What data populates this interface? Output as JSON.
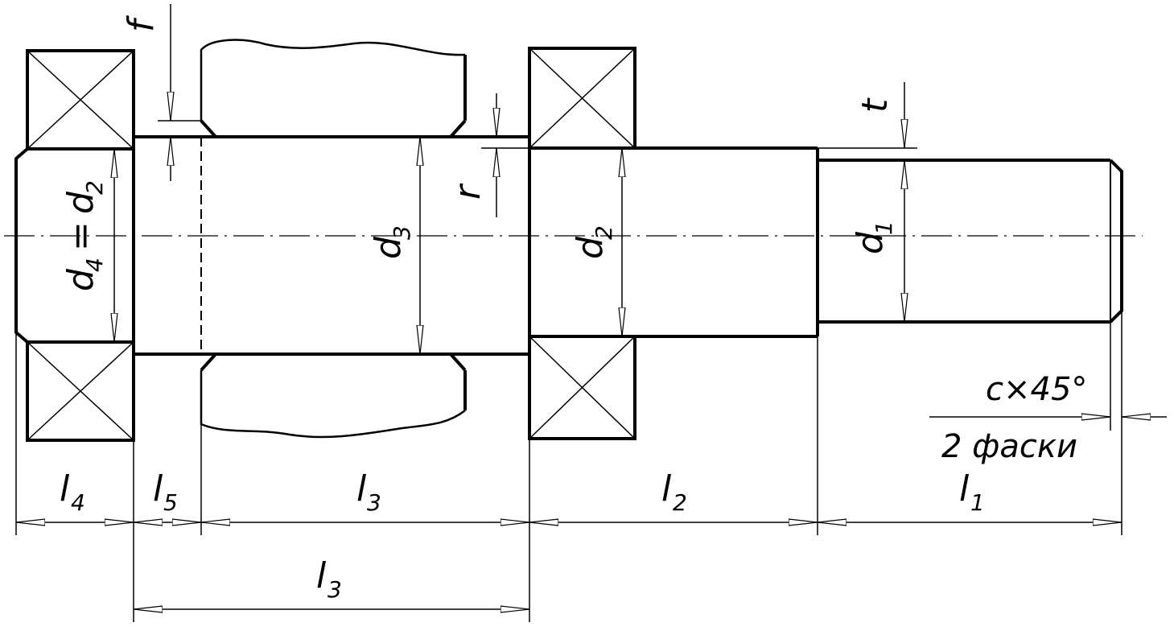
{
  "labels": {
    "l4": "l",
    "l4_sub": "4",
    "l5": "l",
    "l5_sub": "5",
    "l3_top": "l",
    "l3_top_sub": "3",
    "l3_bottom": "l",
    "l3_bottom_sub": "3",
    "l2": "l",
    "l2_sub": "2",
    "l1": "l",
    "l1_sub": "1",
    "d4": "d",
    "d4_sub": "4",
    "eq": "=",
    "d2_left": "d",
    "d2_left_sub": "2",
    "d3": "d",
    "d3_sub": "3",
    "d2": "d",
    "d2_sub": "2",
    "d1": "d",
    "d1_sub": "1",
    "f": "f",
    "t": "t",
    "r": "r"
  },
  "chamfer_note": {
    "size": "c×45°",
    "count": "2 фаски"
  }
}
